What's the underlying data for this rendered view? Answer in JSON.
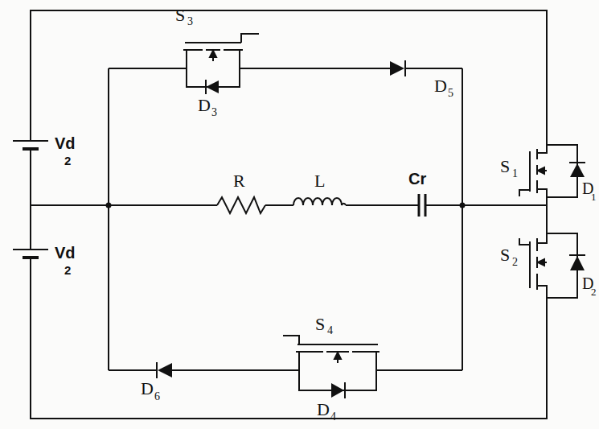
{
  "diagram": {
    "labels": [
      "S",
      "3",
      "D",
      "3",
      "D",
      "5",
      "S",
      "1",
      "D",
      "1",
      "Vd",
      "2",
      "Vd",
      "2",
      "R",
      "L",
      "Cr",
      "S",
      "2",
      "D",
      "2",
      "S",
      "4",
      "D",
      "6",
      "D",
      "4"
    ]
  }
}
